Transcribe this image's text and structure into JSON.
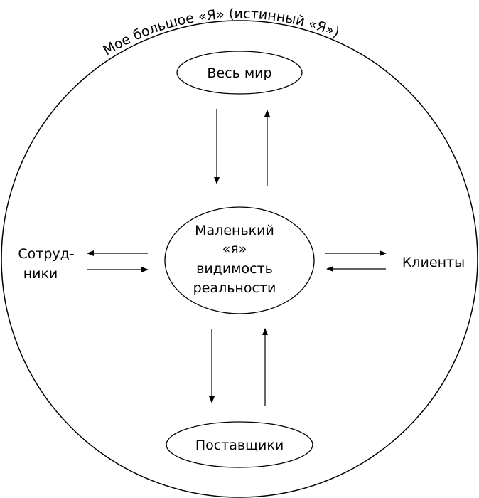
{
  "outer_label": "Мое большое «Я» (истинный «Я»)",
  "top_node": "Весь мир",
  "center_node": [
    "Маленький",
    "«я»",
    "видимость",
    "реальности"
  ],
  "left_node": [
    "Сотруд-",
    "ники"
  ],
  "right_node": "Клиенты",
  "bottom_node": "Поставщики"
}
